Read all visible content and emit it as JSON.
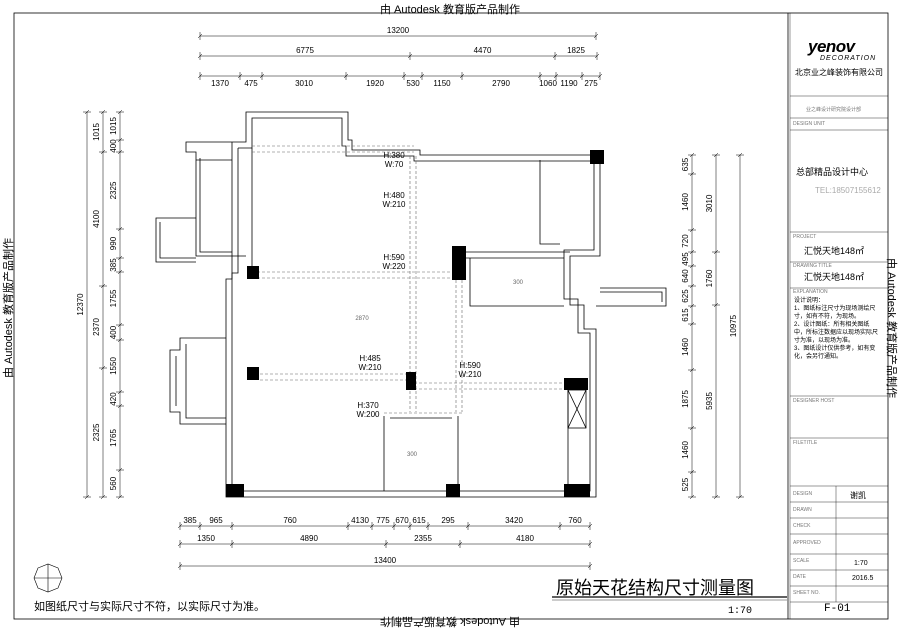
{
  "watermark": "由 Autodesk 教育版产品制作",
  "plan": {
    "dims_top_total": "13200",
    "dims_top_mid": [
      "6775",
      "4470",
      "1825"
    ],
    "dims_top_detail": [
      "1370",
      "475",
      "3010",
      "1920",
      "530",
      "1150",
      "2790",
      "1060",
      "1190",
      "275"
    ],
    "dims_left_total": "12370",
    "dims_left_detail": [
      "1015",
      "400",
      "2325",
      "990",
      "385",
      "1755",
      "400",
      "1550",
      "420",
      "1765",
      "560"
    ],
    "dims_left_mid": [
      "1015",
      "4100",
      "2370",
      "2325"
    ],
    "dims_right_total": "10975",
    "dims_right_mid": [
      "3010",
      "1760",
      "5935"
    ],
    "dims_right_detail": [
      "635",
      "1460",
      "720",
      "495",
      "640",
      "625",
      "615",
      "1460",
      "1875",
      "1460",
      "525"
    ],
    "dims_bottom_detail": [
      "385",
      "965",
      "760",
      "4130",
      "775",
      "670",
      "615",
      "295",
      "3420",
      "760"
    ],
    "dims_bottom_mid": [
      "1350",
      "4890",
      "2355",
      "4180"
    ],
    "dims_bottom_total": "13400",
    "beam_labels": [
      {
        "h": "H:380",
        "w": "W:70"
      },
      {
        "h": "H:480",
        "w": "W:210"
      },
      {
        "h": "H:590",
        "w": "W:220"
      },
      {
        "h": "H:485",
        "w": "W:210"
      },
      {
        "h": "H:590",
        "w": "W:210"
      },
      {
        "h": "H:370",
        "w": "W:200"
      }
    ],
    "ceiling_heights": [
      "2870",
      "300",
      "300"
    ]
  },
  "title_block": {
    "logo": "yenov",
    "logo_sub": "DECORATION",
    "company": "北京业之峰装饰有限公司",
    "company_note": "业之峰设计研究院设计部",
    "design_unit_label": "DESIGN UNIT",
    "design_unit_value": "总部精品设计中心",
    "tel": "TEL:18507155612",
    "project_label": "PROJECT",
    "project_value": "汇悦天地148㎡",
    "drawing_title_label": "DRAWING TITLE",
    "drawing_title_value": "汇悦天地148㎡",
    "explanation_label": "EXPLANATION",
    "notes": [
      "设计说明：",
      "1、图纸标注尺寸为现场测绘尺寸，如有不符，为现场。",
      "2、设计图纸：所有相关图纸中，所标注数据应以现场实际尺寸为准，以现场为准。",
      "3、图纸设计仅供参考，如有变化，会另行通知。"
    ],
    "designer_host_label": "DESIGNER HOST",
    "filetitle_label": "FILETITLE",
    "design_label": "DESIGN",
    "design_value": "谢凯",
    "drawn_label": "DRAWN",
    "check_label": "CHECK",
    "approved_label": "APPROVED",
    "scale_label": "SCALE",
    "scale_value": "1:70",
    "date_label": "DATE",
    "date_value": "2016.5",
    "sheet_label": "SHEET NO.",
    "sheet_value": "F-01"
  },
  "drawing_title": "原始天花结构尺寸测量图",
  "drawing_scale": "1:70",
  "footer_note": "如图纸尺寸与实际尺寸不符，以实际尺寸为准。"
}
